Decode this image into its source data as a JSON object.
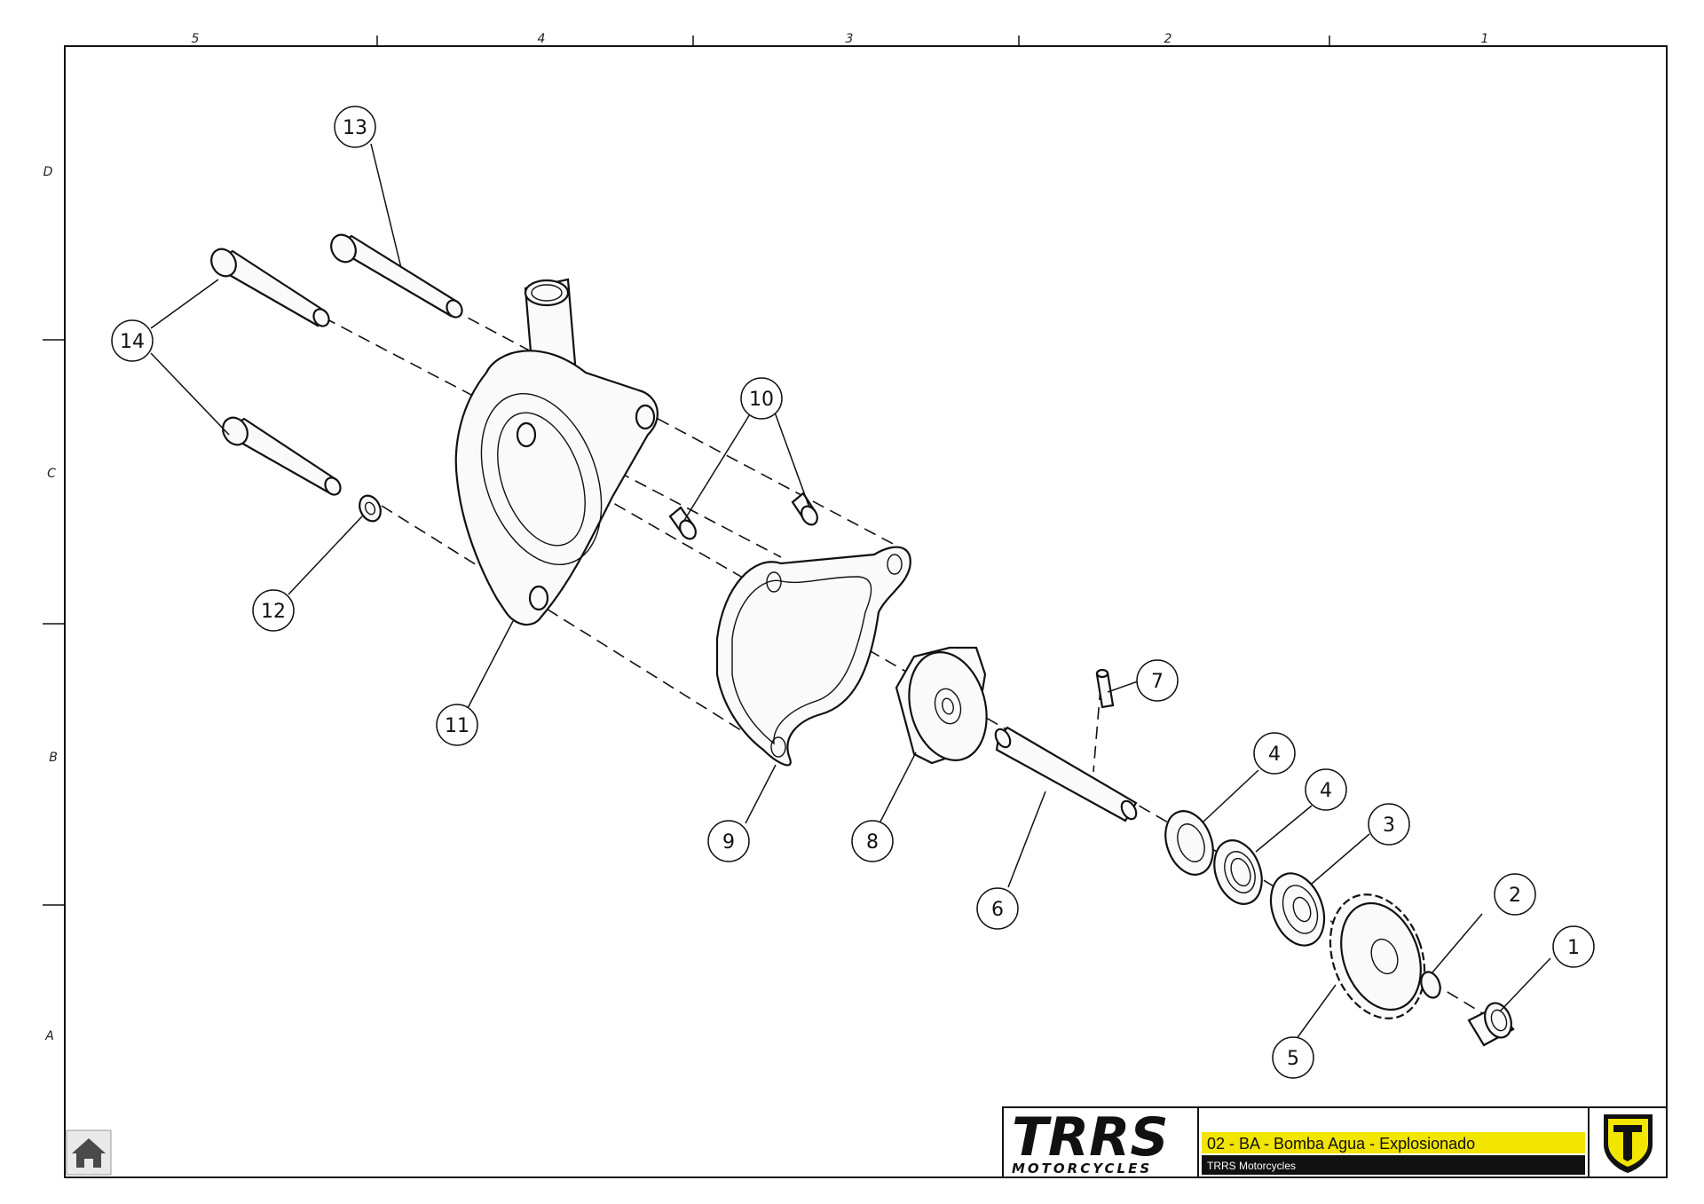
{
  "zones": {
    "columns": [
      "5",
      "4",
      "3",
      "2",
      "1"
    ],
    "rows": [
      "D",
      "C",
      "B",
      "A"
    ]
  },
  "callouts": [
    "1",
    "2",
    "3",
    "4",
    "4",
    "5",
    "6",
    "7",
    "8",
    "9",
    "10",
    "11",
    "12",
    "13",
    "14"
  ],
  "title_block": {
    "logo_main": "TRRS",
    "logo_sub": "MOTORCYCLES",
    "title": "02 - BA - Bomba Agua - Explosionado",
    "company": "TRRS Motorcycles",
    "accent_color": "#f2e500"
  },
  "nav": {
    "home_icon": "home-icon"
  }
}
